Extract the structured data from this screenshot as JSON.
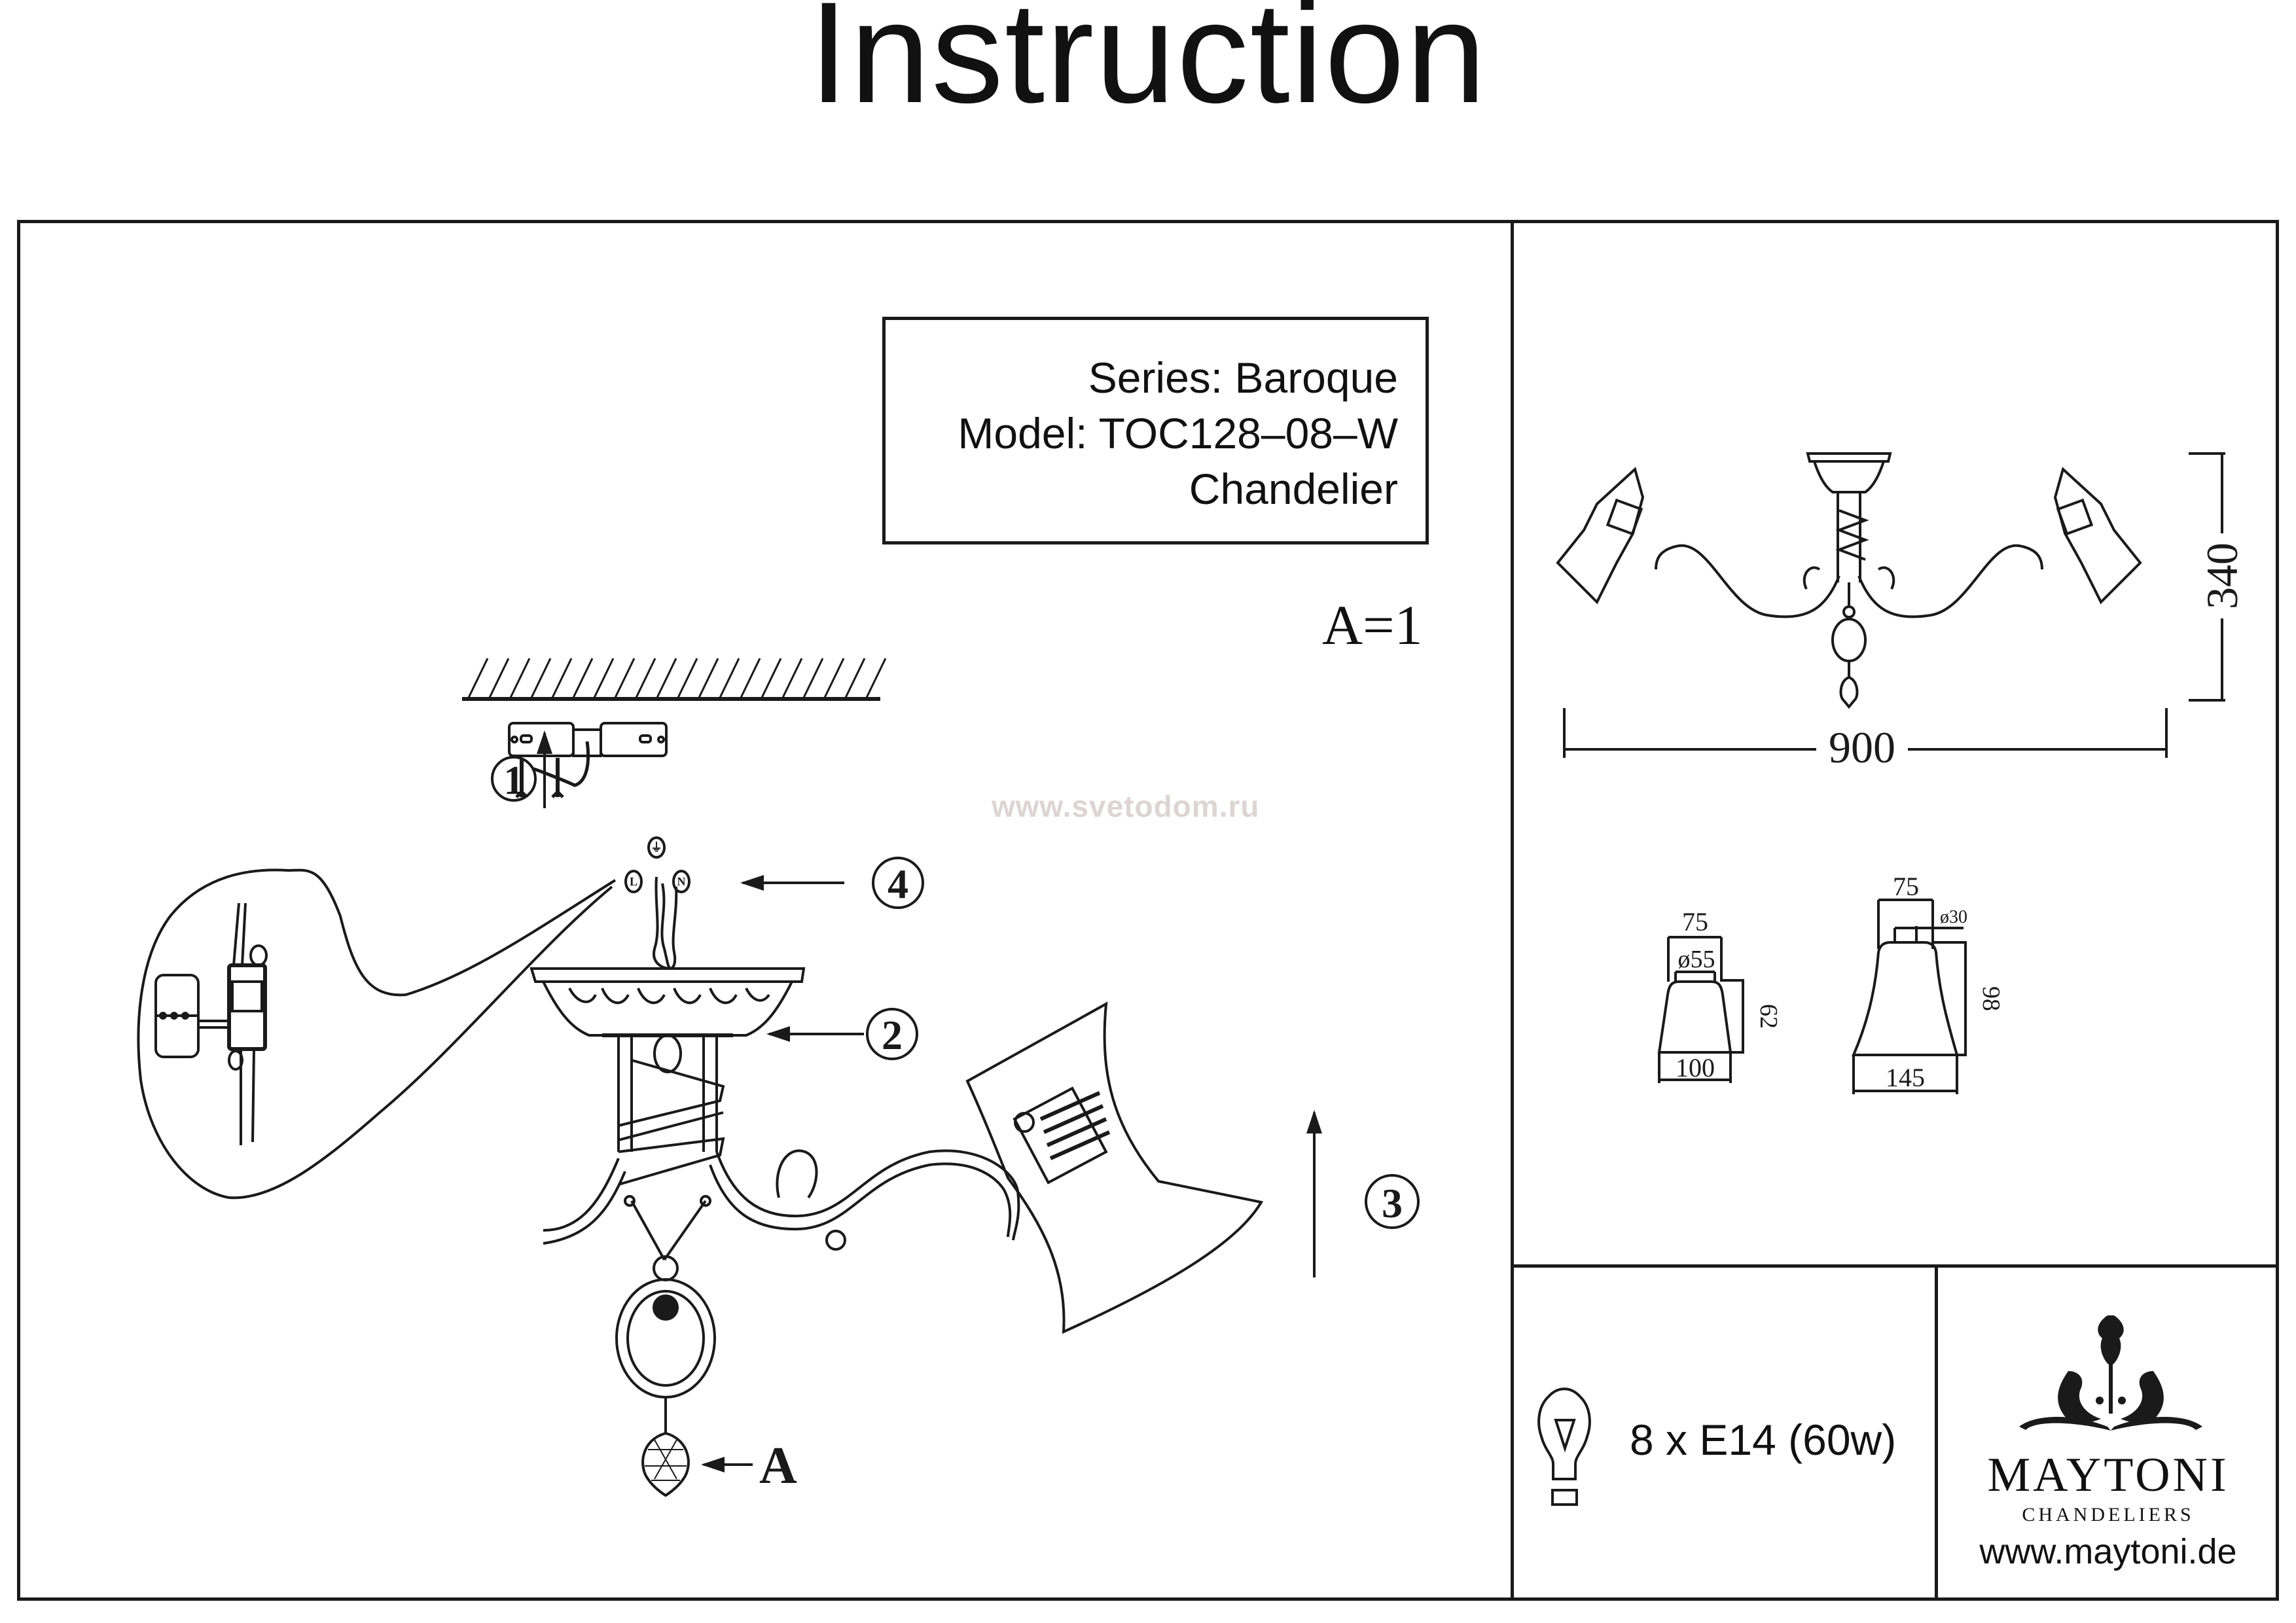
{
  "header": {
    "title": "Instruction"
  },
  "product": {
    "series": "Series: Baroque",
    "model": "Model: TOC128–08–W",
    "type": "Chandelier"
  },
  "parts_note": "A=1",
  "watermark": "www.svetodom.ru",
  "steps": [
    "1",
    "2",
    "3",
    "4"
  ],
  "part_label": "A",
  "terminals": {
    "live": "L",
    "neutral": "N",
    "earth": "⏚"
  },
  "dimensions": {
    "overall_width": "900",
    "overall_height": "340",
    "small_shade": {
      "top_width": "75",
      "opening": "ø55",
      "height": "62",
      "bottom_width": "100"
    },
    "large_shade": {
      "top_width": "75",
      "opening": "ø30",
      "height": "98",
      "bottom_width": "145"
    }
  },
  "bulb": {
    "icon": "lightbulb-icon",
    "spec": "8 x E14 (60w)"
  },
  "brand": {
    "logo_icon": "ornament-icon",
    "name": "MAYTONI",
    "subtitle": "CHANDELIERS",
    "url": "www.maytoni.de"
  },
  "colors": {
    "line": "#1a1a1a",
    "watermark": "#ddd5d3"
  }
}
